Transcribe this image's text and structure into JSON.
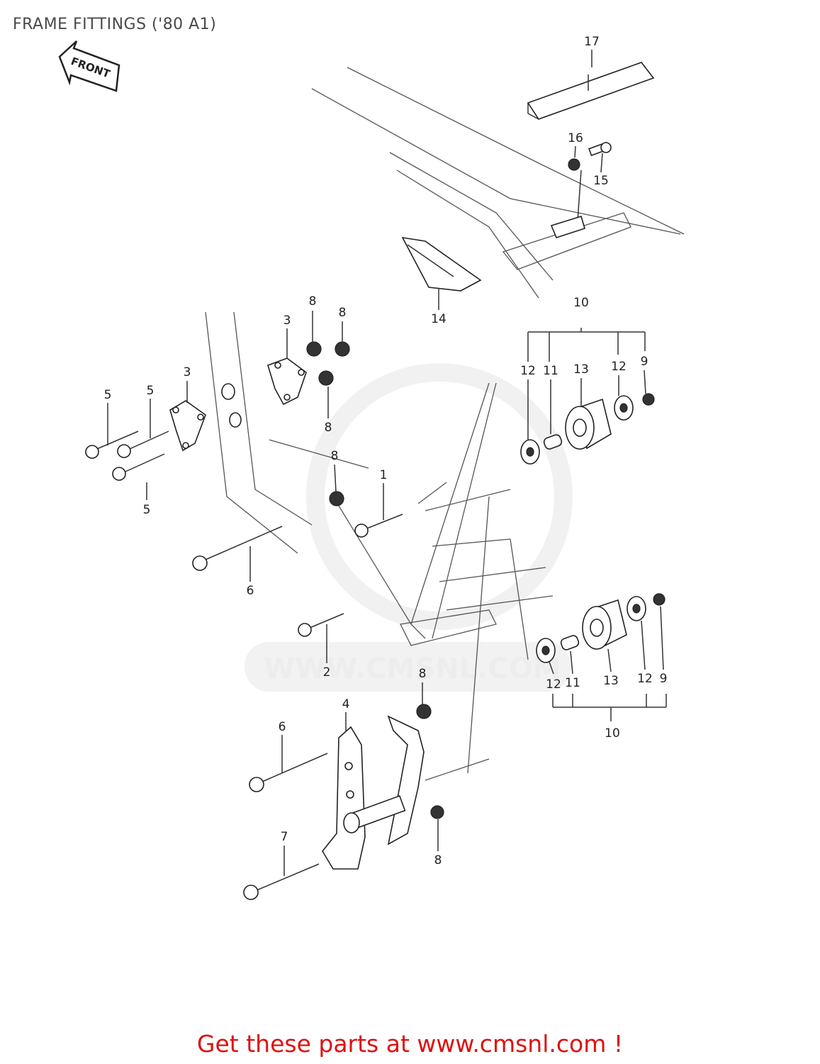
{
  "title": "FRAME FITTINGS ('80 A1)",
  "front_arrow_text": "FRONT",
  "watermark_text": "WWW.CMSNL.COM",
  "footer_text": "Get these parts at www.cmsnl.com !",
  "callouts": [
    {
      "id": "c17",
      "label": "17"
    },
    {
      "id": "c16",
      "label": "16"
    },
    {
      "id": "c15",
      "label": "15"
    },
    {
      "id": "c14",
      "label": "14"
    },
    {
      "id": "c10a",
      "label": "10"
    },
    {
      "id": "c12a",
      "label": "12"
    },
    {
      "id": "c11a",
      "label": "11"
    },
    {
      "id": "c13a",
      "label": "13"
    },
    {
      "id": "c12b",
      "label": "12"
    },
    {
      "id": "c9a",
      "label": "9"
    },
    {
      "id": "c8a",
      "label": "8"
    },
    {
      "id": "c8b",
      "label": "8"
    },
    {
      "id": "c3a",
      "label": "3"
    },
    {
      "id": "c3b",
      "label": "3"
    },
    {
      "id": "c8c",
      "label": "8"
    },
    {
      "id": "c5a",
      "label": "5"
    },
    {
      "id": "c5b",
      "label": "5"
    },
    {
      "id": "c5c",
      "label": "5"
    },
    {
      "id": "c8d",
      "label": "8"
    },
    {
      "id": "c1",
      "label": "1"
    },
    {
      "id": "c6a",
      "label": "6"
    },
    {
      "id": "c2",
      "label": "2"
    },
    {
      "id": "c12c",
      "label": "12"
    },
    {
      "id": "c11b",
      "label": "11"
    },
    {
      "id": "c13b",
      "label": "13"
    },
    {
      "id": "c12d",
      "label": "12"
    },
    {
      "id": "c9b",
      "label": "9"
    },
    {
      "id": "c10b",
      "label": "10"
    },
    {
      "id": "c8e",
      "label": "8"
    },
    {
      "id": "c4",
      "label": "4"
    },
    {
      "id": "c6b",
      "label": "6"
    },
    {
      "id": "c7",
      "label": "7"
    },
    {
      "id": "c8f",
      "label": "8"
    }
  ]
}
